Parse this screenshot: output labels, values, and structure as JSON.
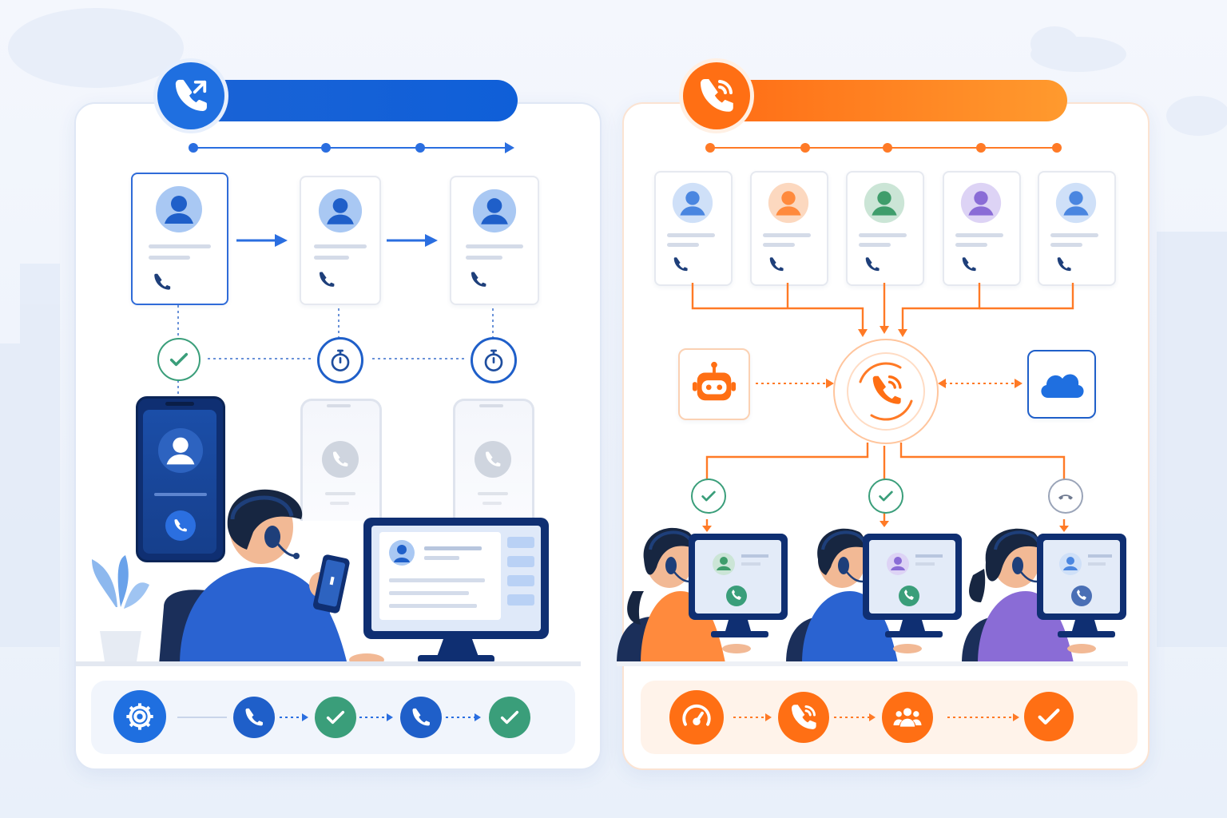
{
  "colors": {
    "blue_primary": "#1f6fe0",
    "blue_dark": "#123d8c",
    "orange_primary": "#ff6f14",
    "green_check": "#3a9e7a",
    "card_border": "#e6e9f0"
  },
  "left_panel": {
    "header_icon": "phone-outgoing-icon",
    "contacts": [
      {
        "state": "active",
        "icon": "user-avatar-icon"
      },
      {
        "state": "waiting",
        "icon": "user-avatar-icon"
      },
      {
        "state": "waiting",
        "icon": "user-avatar-icon"
      }
    ],
    "status_icons": [
      "check-circle-icon",
      "stopwatch-icon",
      "stopwatch-icon"
    ],
    "footer_steps": [
      "gear-icon",
      "phone-icon",
      "check-icon",
      "phone-icon",
      "check-icon"
    ]
  },
  "right_panel": {
    "header_icon": "phone-ringing-icon",
    "contacts": [
      {
        "avatar_color": "#4a86e0"
      },
      {
        "avatar_color": "#ff8a3d"
      },
      {
        "avatar_color": "#3f9d6b"
      },
      {
        "avatar_color": "#8a6cd6"
      },
      {
        "avatar_color": "#4a86e0"
      }
    ],
    "hub_icons": [
      "robot-icon",
      "phone-ringing-icon",
      "cloud-icon"
    ],
    "agent_status_icons": [
      "check-circle-icon",
      "check-circle-icon",
      "hang-up-icon"
    ],
    "footer_steps": [
      "speedometer-icon",
      "phone-ringing-icon",
      "team-icon",
      "check-icon"
    ]
  }
}
